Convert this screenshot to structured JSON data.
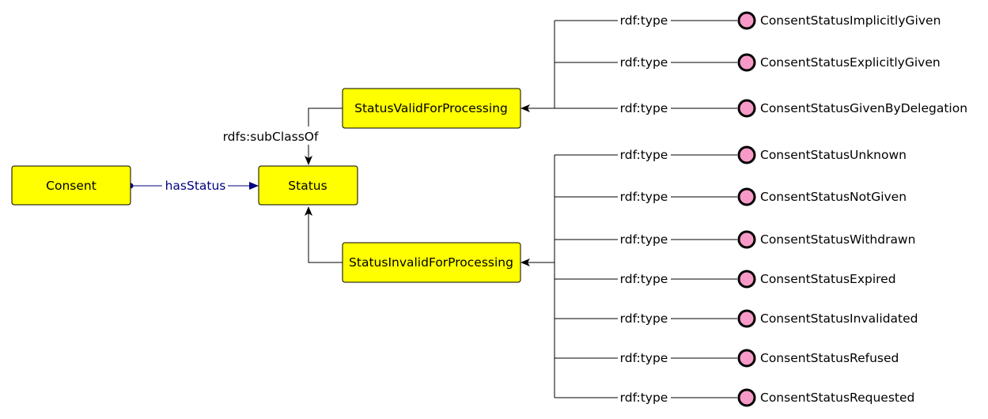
{
  "colors": {
    "class_fill": "#ffff00",
    "instance_fill": "#f79ac8",
    "property": "#000080",
    "line": "#000000"
  },
  "classes": {
    "consent": "Consent",
    "status": "Status",
    "valid": "StatusValidForProcessing",
    "invalid": "StatusInvalidForProcessing"
  },
  "relations": {
    "has_status": "hasStatus",
    "subclass_of": "rdfs:subClassOf",
    "type_label": "rdf:type"
  },
  "valid_instances": [
    "ConsentStatusImplicitlyGiven",
    "ConsentStatusExplicitlyGiven",
    "ConsentStatusGivenByDelegation"
  ],
  "invalid_instances": [
    "ConsentStatusUnknown",
    "ConsentStatusNotGiven",
    "ConsentStatusWithdrawn",
    "ConsentStatusExpired",
    "ConsentStatusInvalidated",
    "ConsentStatusRefused",
    "ConsentStatusRequested"
  ]
}
